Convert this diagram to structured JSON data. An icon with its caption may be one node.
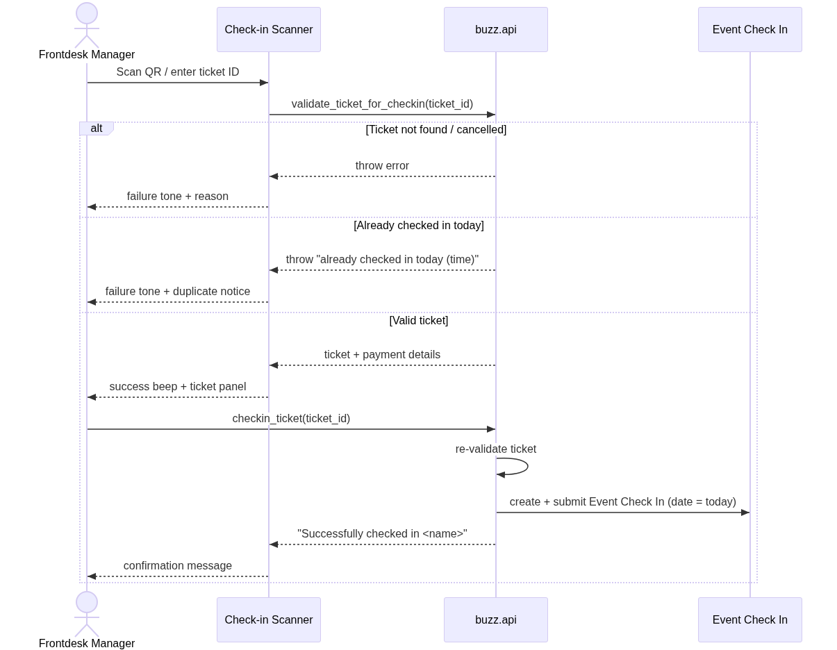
{
  "diagram": {
    "nodes": [
      {
        "text": [
          "Frontdesk Manager"
        ]
      },
      {
        "text": [
          "Check-in Scanner"
        ]
      },
      {
        "text": [
          "buzz.api"
        ]
      },
      {
        "text": [
          "Event Check In"
        ]
      },
      {
        "text": [],
        "shape": "line"
      },
      {
        "text": [],
        "shape": "line"
      },
      {
        "text": [],
        "shape": "line"
      },
      {
        "text": [],
        "shape": "line"
      },
      {
        "text": [
          "Frontdesk Manager"
        ]
      },
      {
        "text": [
          "Check-in Scanner"
        ]
      },
      {
        "text": [
          "buzz.api"
        ]
      },
      {
        "text": [
          "Event Check In"
        ]
      }
    ],
    "edges": [
      {
        "from": 4,
        "to": 5,
        "arrow": "to",
        "label": "Scan QR / enter ticket ID"
      },
      {
        "from": 5,
        "to": 6,
        "arrow": "to",
        "label": "validate_ticket_for_checkin(ticket_id)"
      },
      {
        "from": 6,
        "to": 5,
        "arrow": "to",
        "label": "throw error",
        "style": "dashed"
      },
      {
        "from": 5,
        "to": 4,
        "arrow": "to",
        "label": "failure tone + reason",
        "style": "dashed"
      },
      {
        "from": 6,
        "to": 5,
        "arrow": "to",
        "label": "throw \"already checked in today (time)\"",
        "style": "dashed"
      },
      {
        "from": 5,
        "to": 4,
        "arrow": "to",
        "label": "failure tone + duplicate notice",
        "style": "dashed"
      },
      {
        "from": 6,
        "to": 5,
        "arrow": "to",
        "label": "ticket + payment details",
        "style": "dashed"
      },
      {
        "from": 5,
        "to": 4,
        "arrow": "to",
        "label": "success beep + ticket panel",
        "style": "dashed"
      },
      {
        "from": 4,
        "to": 6,
        "arrow": "to",
        "label": "checkin_ticket(ticket_id)"
      },
      {
        "from": 6,
        "to": 6,
        "arrow": "to",
        "label": "re-validate ticket"
      },
      {
        "from": 6,
        "to": 7,
        "arrow": "to",
        "label": "create + submit Event Check In (date = today)"
      },
      {
        "from": 6,
        "to": 5,
        "arrow": "to",
        "label": "\"Successfully checked in <name>\"",
        "style": "dashed"
      },
      {
        "from": 5,
        "to": 4,
        "arrow": "to",
        "label": "confirmation message",
        "style": "dashed"
      }
    ],
    "labels": [
      "alt",
      "[Ticket not found / cancelled]",
      "[Already checked in today]",
      "[Valid ticket]"
    ]
  }
}
